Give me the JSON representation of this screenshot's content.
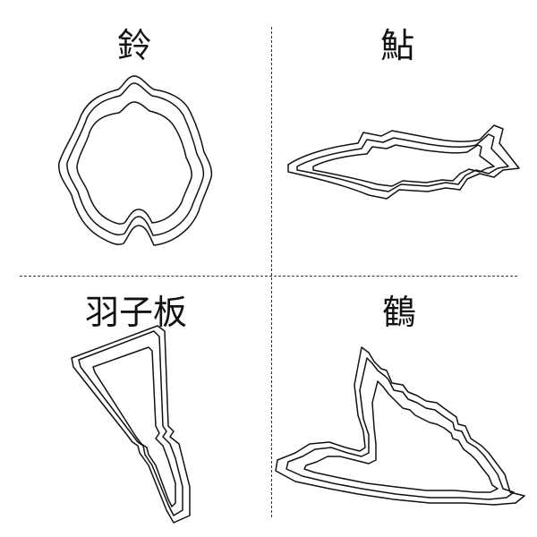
{
  "panels": [
    {
      "label": "鈴",
      "icon": "bell-cutter-outline"
    },
    {
      "label": "鮎",
      "icon": "sweetfish-cutter-outline"
    },
    {
      "label": "羽子板",
      "icon": "battledore-cutter-outline"
    },
    {
      "label": "鶴",
      "icon": "crane-cutter-outline"
    }
  ],
  "stroke_color": "#111111",
  "divider_color": "#333333"
}
